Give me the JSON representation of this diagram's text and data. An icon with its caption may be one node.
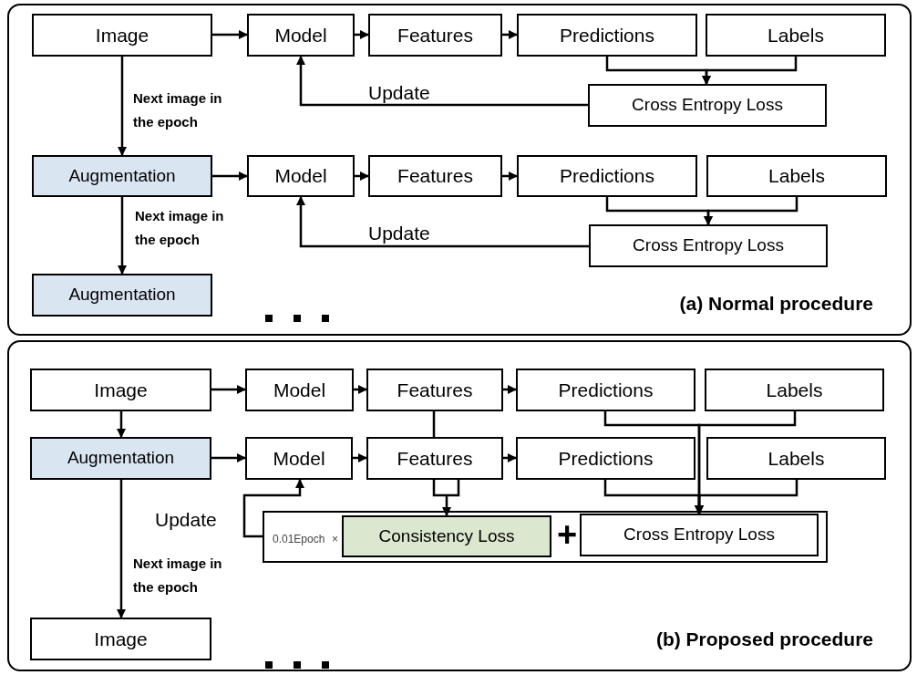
{
  "diagram": {
    "nodes": [
      {
        "text": [
          "(a) Normal procedure"
        ]
      },
      {
        "text": [
          "Image"
        ],
        "in": 0
      },
      {
        "text": [
          "Model"
        ],
        "in": 0
      },
      {
        "text": [
          "Features"
        ],
        "in": 0
      },
      {
        "text": [
          "Predictions"
        ],
        "in": 0
      },
      {
        "text": [
          "Labels"
        ],
        "in": 0
      },
      {
        "text": [
          "Cross Entropy Loss"
        ],
        "in": 0
      },
      {
        "text": [
          "Augmentation"
        ],
        "in": 0
      },
      {
        "text": [
          "Model"
        ],
        "in": 0
      },
      {
        "text": [
          "Features"
        ],
        "in": 0
      },
      {
        "text": [
          "Predictions"
        ],
        "in": 0
      },
      {
        "text": [
          "Labels"
        ],
        "in": 0
      },
      {
        "text": [
          "Cross Entropy Loss"
        ],
        "in": 0
      },
      {
        "text": [
          "Augmentation"
        ],
        "in": 0
      },
      {
        "text": [
          "(b) Proposed procedure"
        ]
      },
      {
        "text": [
          "Image"
        ],
        "in": 14
      },
      {
        "text": [
          "Model"
        ],
        "in": 14
      },
      {
        "text": [
          "Features"
        ],
        "in": 14
      },
      {
        "text": [
          "Predictions"
        ],
        "in": 14
      },
      {
        "text": [
          "Labels"
        ],
        "in": 14
      },
      {
        "text": [
          "Augmentation"
        ],
        "in": 14
      },
      {
        "text": [
          "Model"
        ],
        "in": 14
      },
      {
        "text": [
          "Features"
        ],
        "in": 14
      },
      {
        "text": [
          "Predictions"
        ],
        "in": 14
      },
      {
        "text": [
          "Labels"
        ],
        "in": 14
      },
      {
        "text": [
          "0.01Epoch",
          "×",
          "+"
        ],
        "in": 14
      },
      {
        "text": [
          "Consistency Loss"
        ],
        "in": 25
      },
      {
        "text": [
          "Cross Entropy Loss"
        ],
        "in": 25
      },
      {
        "text": [
          "Image"
        ],
        "in": 14
      }
    ],
    "edges": [
      {
        "from": 1,
        "to": 2,
        "arrow": "to"
      },
      {
        "from": 2,
        "to": 3,
        "arrow": "to"
      },
      {
        "from": 3,
        "to": 4,
        "arrow": "to"
      },
      {
        "from": 4,
        "to": 6,
        "arrow": "to"
      },
      {
        "from": 5,
        "to": 6,
        "arrow": "to"
      },
      {
        "from": 6,
        "to": 2,
        "arrow": "to",
        "label": "Update"
      },
      {
        "from": 1,
        "to": 7,
        "arrow": "to",
        "label": "Next image in the epoch"
      },
      {
        "from": 7,
        "to": 8,
        "arrow": "to"
      },
      {
        "from": 8,
        "to": 9,
        "arrow": "to"
      },
      {
        "from": 9,
        "to": 10,
        "arrow": "to"
      },
      {
        "from": 10,
        "to": 12,
        "arrow": "to"
      },
      {
        "from": 11,
        "to": 12,
        "arrow": "to"
      },
      {
        "from": 12,
        "to": 8,
        "arrow": "to",
        "label": "Update"
      },
      {
        "from": 7,
        "to": 13,
        "arrow": "to",
        "label": "Next image in the epoch"
      },
      {
        "from": 15,
        "to": 16,
        "arrow": "to"
      },
      {
        "from": 16,
        "to": 17,
        "arrow": "to"
      },
      {
        "from": 17,
        "to": 18,
        "arrow": "to"
      },
      {
        "from": 15,
        "to": 20,
        "arrow": "to"
      },
      {
        "from": 20,
        "to": 21,
        "arrow": "to"
      },
      {
        "from": 21,
        "to": 22,
        "arrow": "to"
      },
      {
        "from": 22,
        "to": 23,
        "arrow": "to"
      },
      {
        "from": 17,
        "to": 22,
        "arrow": "none"
      },
      {
        "from": 22,
        "to": 26,
        "arrow": "to"
      },
      {
        "from": 18,
        "to": 27,
        "arrow": "to"
      },
      {
        "from": 19,
        "to": 27,
        "arrow": "to"
      },
      {
        "from": 23,
        "to": 27,
        "arrow": "to"
      },
      {
        "from": 24,
        "to": 27,
        "arrow": "to"
      },
      {
        "from": 25,
        "to": 21,
        "arrow": "to",
        "label": "Update"
      },
      {
        "from": 20,
        "to": 28,
        "arrow": "to",
        "label": "Next image in the epoch"
      }
    ]
  }
}
